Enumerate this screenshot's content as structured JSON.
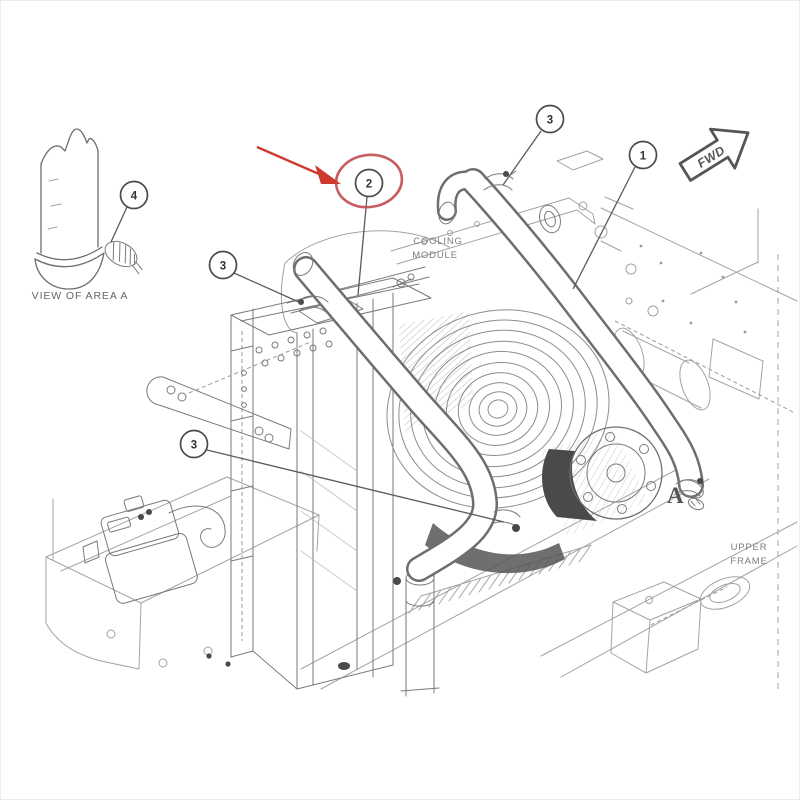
{
  "figure": {
    "kind": "parts-line-drawing",
    "background": "#ffffff"
  },
  "colors": {
    "line": "#6e6e6e",
    "light_line": "#a3a3a3",
    "dark_fill": "#4a4a4a",
    "red_highlight_ellipse": "#c24b50",
    "red_arrow": "#cf3a30",
    "label_text": "#7d7d7d"
  },
  "labels": {
    "view_of_area_a": "VIEW OF AREA A",
    "cooling_module_line1": "COOLING",
    "cooling_module_line2": "MODULE",
    "upper_frame_line1": "UPPER",
    "upper_frame_line2": "FRAME",
    "fwd": "FWD",
    "area_a": "A"
  },
  "callouts": [
    {
      "number": "1",
      "highlighted": false
    },
    {
      "number": "2",
      "highlighted": true
    },
    {
      "number": "3",
      "highlighted": false
    },
    {
      "number": "3",
      "highlighted": false
    },
    {
      "number": "3",
      "highlighted": false
    },
    {
      "number": "4",
      "highlighted": false
    }
  ]
}
